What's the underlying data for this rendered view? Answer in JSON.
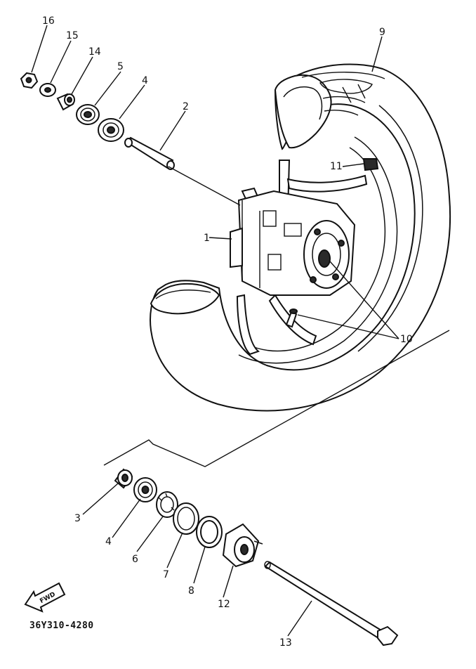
{
  "diagram": {
    "callouts": {
      "c16": "16",
      "c15": "15",
      "c14": "14",
      "c5": "5",
      "c4a": "4",
      "c2": "2",
      "c9": "9",
      "c11": "11",
      "c1": "1",
      "c10": "10",
      "c3": "3",
      "c4b": "4",
      "c6": "6",
      "c7": "7",
      "c8": "8",
      "c12": "12",
      "c13": "13"
    },
    "fwd_label": "FWD",
    "part_number": "36Y310-4280"
  },
  "colors": {
    "ink": "#111111",
    "paper": "#ffffff"
  }
}
